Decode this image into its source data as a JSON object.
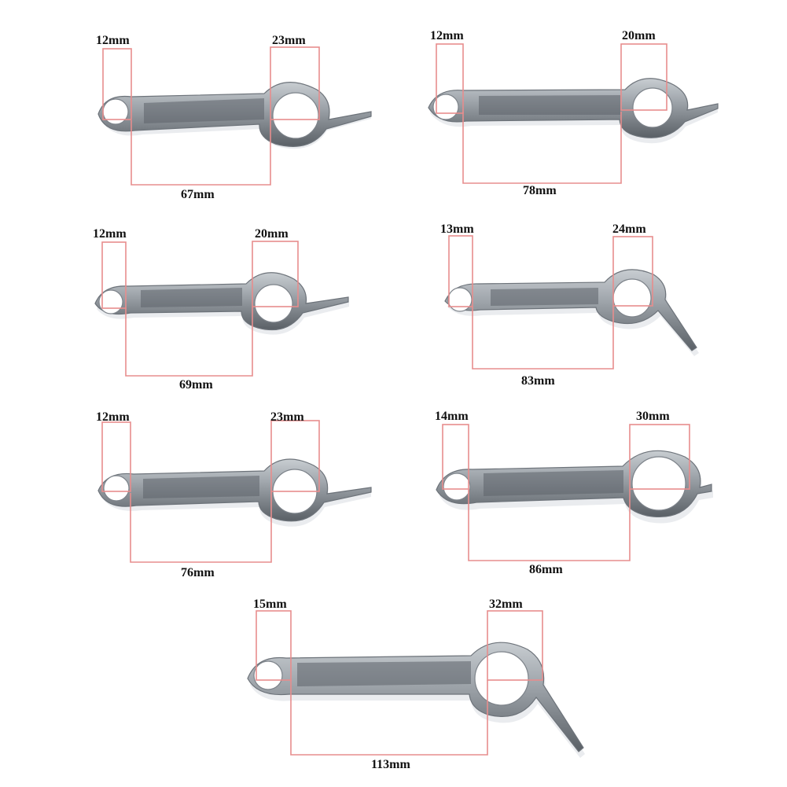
{
  "labels": {
    "p1": {
      "left": "12mm",
      "right": "23mm",
      "bottom": "67mm"
    },
    "p2": {
      "left": "12mm",
      "right": "20mm",
      "bottom": "78mm"
    },
    "p3": {
      "left": "12mm",
      "right": "20mm",
      "bottom": "69mm"
    },
    "p4": {
      "left": "13mm",
      "right": "24mm",
      "bottom": "83mm"
    },
    "p5": {
      "left": "12mm",
      "right": "23mm",
      "bottom": "76mm"
    },
    "p6": {
      "left": "14mm",
      "right": "30mm",
      "bottom": "86mm"
    },
    "p7": {
      "left": "15mm",
      "right": "32mm",
      "bottom": "113mm"
    }
  },
  "colors": {
    "background": "#ffffff",
    "measure_line": "#e78d8d",
    "metal_light": "#b7bcc1",
    "metal_mid": "#8c9298",
    "metal_dark": "#5d636a",
    "text": "#111111"
  }
}
